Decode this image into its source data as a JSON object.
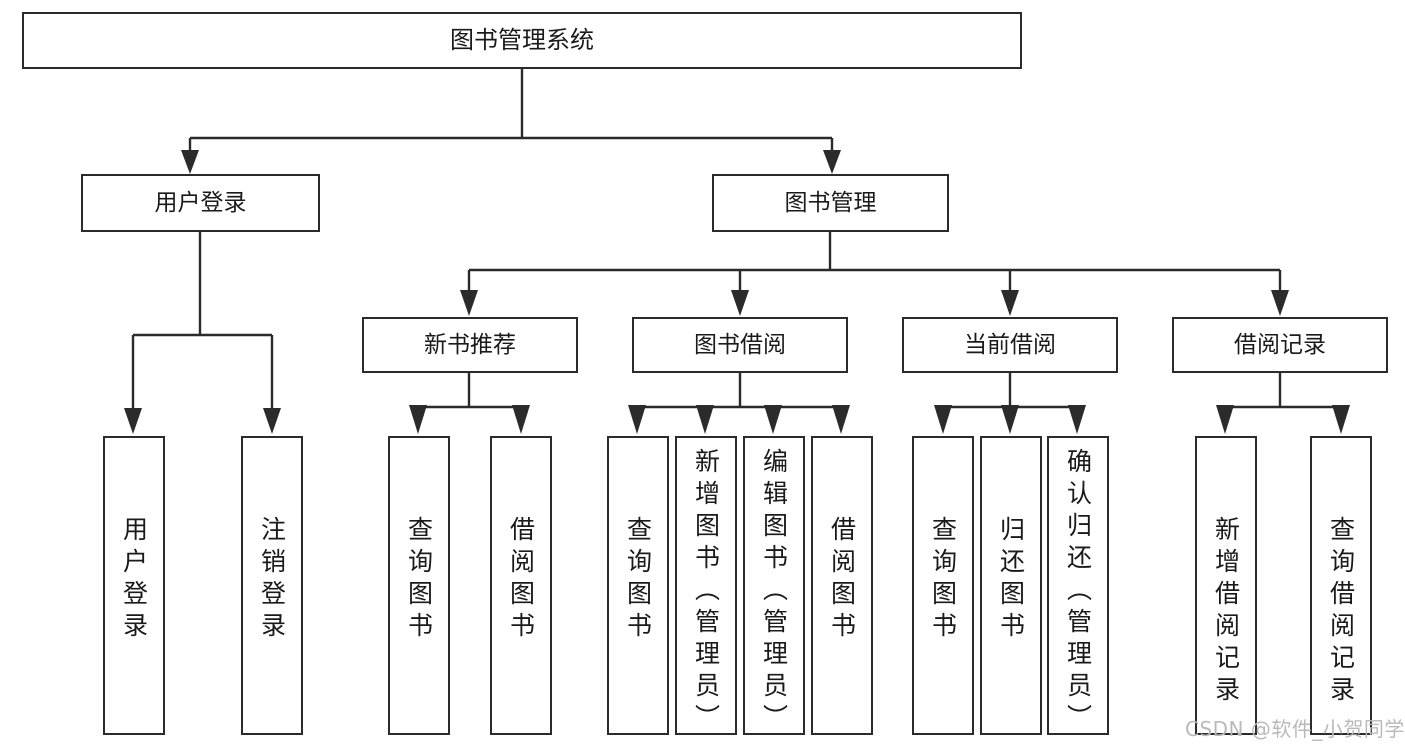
{
  "diagram": {
    "title": "图书管理系统",
    "watermark": "CSDN @软件_小贺同学",
    "colors": {
      "stroke": "#2b2b2b",
      "fill": "#ffffff",
      "text": "#1a1a1a",
      "watermark": "#b9b9b9"
    },
    "root": {
      "label": "图书管理系统"
    },
    "level2": [
      {
        "label": "用户登录"
      },
      {
        "label": "图书管理"
      }
    ],
    "level3": [
      {
        "label": "新书推荐"
      },
      {
        "label": "图书借阅"
      },
      {
        "label": "当前借阅"
      },
      {
        "label": "借阅记录"
      }
    ],
    "leaves": {
      "user_login": [
        {
          "label": "用户登录"
        },
        {
          "label": "注销登录"
        }
      ],
      "new_book": [
        {
          "label": "查询图书"
        },
        {
          "label": "借阅图书"
        }
      ],
      "borrow": [
        {
          "label": "查询图书"
        },
        {
          "label": "新增图书（管理员）"
        },
        {
          "label": "编辑图书（管理员）"
        },
        {
          "label": "借阅图书"
        }
      ],
      "current": [
        {
          "label": "查询图书"
        },
        {
          "label": "归还图书"
        },
        {
          "label": "确认归还（管理员）"
        }
      ],
      "records": [
        {
          "label": "新增借阅记录"
        },
        {
          "label": "查询借阅记录"
        }
      ]
    }
  }
}
